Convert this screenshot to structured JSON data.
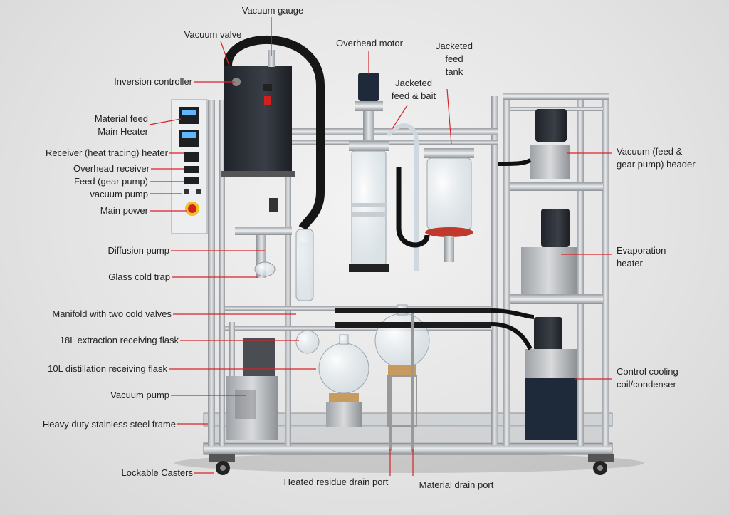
{
  "labels": {
    "vacuum_gauge": "Vacuum gauge",
    "vacuum_valve": "Vacuum valve",
    "overhead_motor": "Overhead motor",
    "jacketed_feed_tank": [
      "Jacketed",
      "feed",
      "tank"
    ],
    "jacketed_feed_bait": [
      "Jacketed",
      "feed & bait"
    ],
    "inversion_controller": "Inversion controller",
    "material_feed_main_heater": [
      "Material feed",
      "Main Heater"
    ],
    "receiver_heater": "Receiver (heat tracing) heater",
    "overhead_receiver": "Overhead receiver",
    "feed_gear_pump": "Feed (gear pump)",
    "vacuum_pump_switch": "vacuum pump",
    "main_power": "Main power",
    "diffusion_pump": "Diffusion pump",
    "glass_cold_trap": "Glass cold trap",
    "manifold": "Manifold with two cold valves",
    "flask_18l": "18L extraction receiving flask",
    "flask_10l": "10L distillation receiving flask",
    "vacuum_pump": "Vacuum pump",
    "frame": "Heavy duty stainless steel frame",
    "casters": "Lockable Casters",
    "vacuum_header": [
      "Vacuum (feed &",
      "gear pump) header"
    ],
    "evaporation_heater": [
      "Evaporation",
      "heater"
    ],
    "control_cooling": [
      "Control cooling",
      "coil/condenser"
    ],
    "heated_residue_drain": "Heated residue drain port",
    "material_drain": "Material drain port"
  },
  "colors": {
    "leader": "#d9232a",
    "steel": "#b9bcc0",
    "dark_unit": "#2b2f36",
    "glass": "#dfe9ef"
  }
}
